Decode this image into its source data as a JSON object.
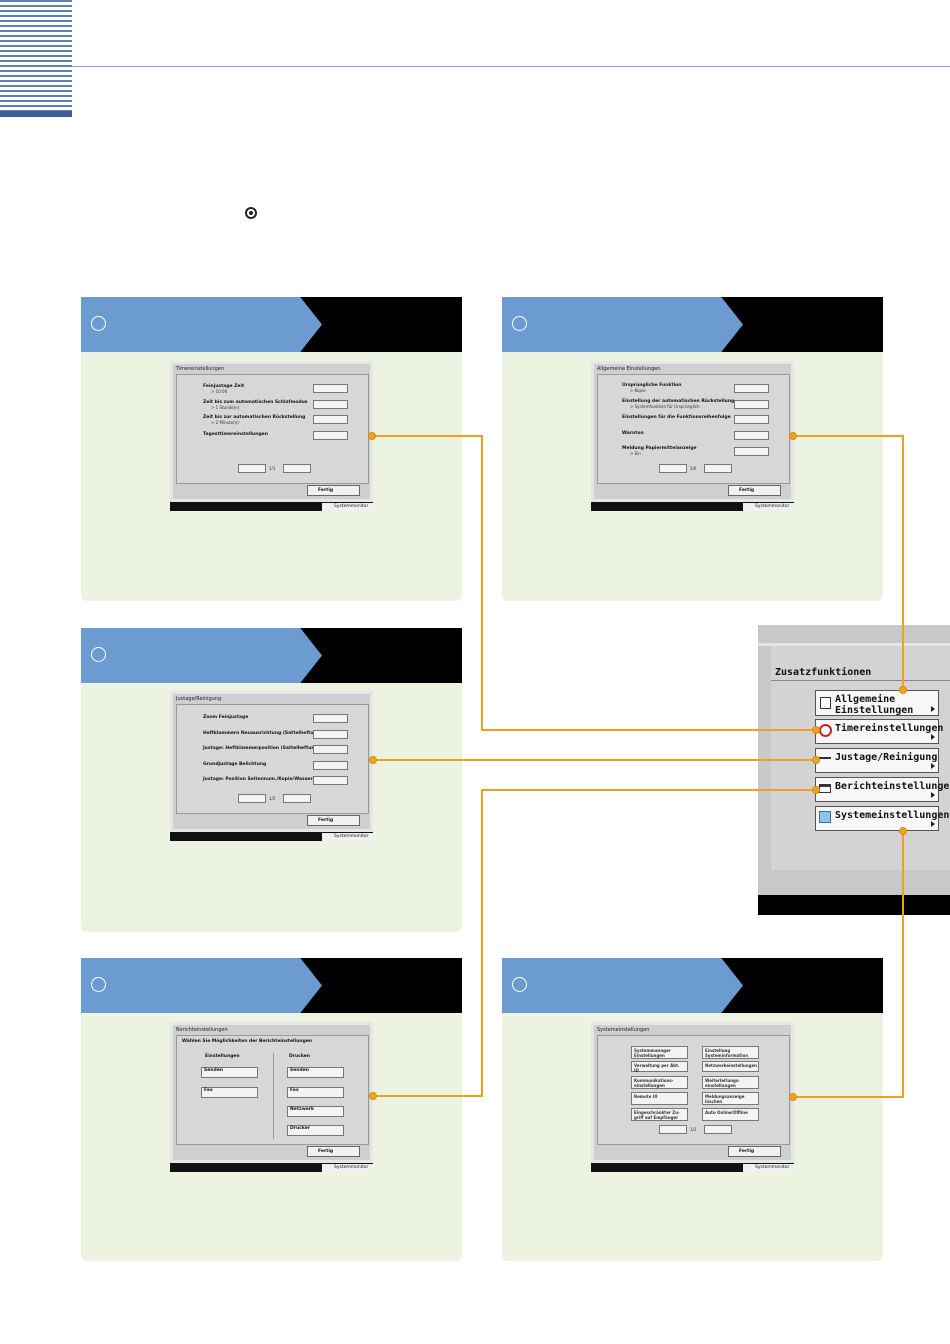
{
  "colors": {
    "accent_line": "#f0a01e",
    "panel_bg": "#edf3e1",
    "header_blue": "#6c9bd2",
    "header_dark": "#000000"
  },
  "main_menu": {
    "title": "Zusatzfunktionen",
    "items": [
      {
        "icon": "document-icon",
        "label_line1": "Allgemeine",
        "label_line2": "Einstellungen"
      },
      {
        "icon": "clock-icon",
        "label_line1": "Timereinstellungen",
        "label_line2": ""
      },
      {
        "icon": "adjust-icon",
        "label_line1": "Justage/Reinigung",
        "label_line2": ""
      },
      {
        "icon": "report-icon",
        "label_line1": "Berichteinstellungen",
        "label_line2": ""
      },
      {
        "icon": "system-icon",
        "label_line1": "Systemeinstellungen",
        "label_line2": ""
      }
    ]
  },
  "common": {
    "done_label": "Fertig",
    "monitor_label": "Systemmonitor"
  },
  "screens": {
    "timer": {
      "title": "Timereinstellungen",
      "items": [
        {
          "label": "Feinjustage Zeit",
          "sub": "> 10:06"
        },
        {
          "label": "Zeit bis zum automatischen Schlafmodus",
          "sub": "> 1 Stunde(n)"
        },
        {
          "label": "Zeit bis zur automatischen Rückstellung",
          "sub": "> 2 Minute(n)"
        },
        {
          "label": "Tagesttimereinstellungen",
          "sub": ""
        }
      ],
      "page": "1/1"
    },
    "general": {
      "title": "Allgemeine Einstellungen",
      "items": [
        {
          "label": "Ursprüngliche Funktion",
          "sub": "> Kopie"
        },
        {
          "label": "Einstellung der automatischen Rückstellung",
          "sub": "> Systemfunktion für Ursprünglich"
        },
        {
          "label": "Einstellungen für die Funktionsreihenfolge",
          "sub": ""
        },
        {
          "label": "Warnton",
          "sub": ""
        },
        {
          "label": "Meldung Papiermittelanzeige",
          "sub": "> Ein"
        }
      ],
      "page": "1/6"
    },
    "adjust": {
      "title": "Justage/Reinigung",
      "items": [
        {
          "label": "Zoom Feinjustage",
          "sub": ""
        },
        {
          "label": "Heftklammern Neuausrichtung (Sattelheftung)",
          "sub": ""
        },
        {
          "label": "Justage: Heftklammerposition (Sattelheftung)",
          "sub": ""
        },
        {
          "label": "Grundjustage Belichtung",
          "sub": ""
        },
        {
          "label": "Justage: Position Seitennum./Kopie/Wasserz.",
          "sub": ""
        }
      ],
      "page": "1/2"
    },
    "report": {
      "title": "Berichteinstellungen",
      "subtitle": "Wählen Sie Möglichkeiten der Berichteinstellungen",
      "left_head": "Einstellungen",
      "right_head": "Drucken",
      "left_buttons": [
        "Senden",
        "Fax"
      ],
      "right_buttons": [
        "Senden",
        "Fax",
        "Netzwerk",
        "Drucker"
      ]
    },
    "system": {
      "title": "Systemeinstellungen",
      "buttons": [
        "Systemmanager Einstellungen",
        "Einstellung Systeminformation",
        "Verwaltung per Abt. ID",
        "Netzwerkeinstellungen",
        "Kommunikations- einstellungen",
        "Weiterleitungs- einstellungen",
        "Remote UI",
        "Meldungsanzeige löschen",
        "Eingeschränkter Zu- griff auf Empfänger",
        "Auto Online/Offline"
      ],
      "page": "1/2"
    }
  }
}
